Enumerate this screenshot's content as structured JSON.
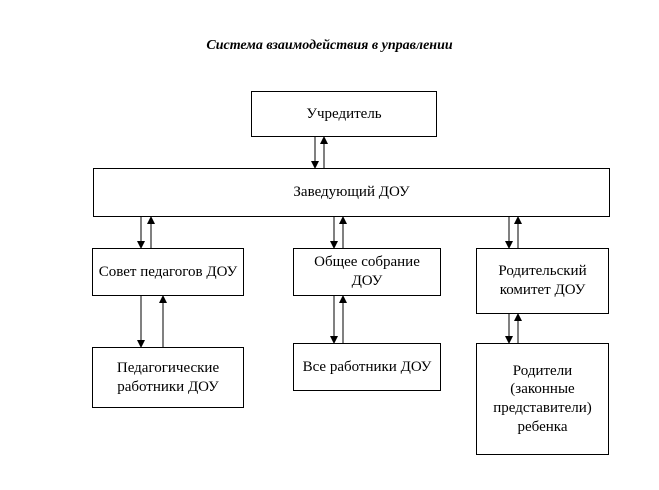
{
  "title": "Система взаимодействия в управлении",
  "boxes": {
    "founder": "Учредитель",
    "head": "Заведующий ДОУ",
    "council": "Совет педагогов ДОУ",
    "assembly": "Общее собрание ДОУ",
    "parent_committee": "Родительский комитет ДОУ",
    "teachers": "Педагогические работники ДОУ",
    "all_staff": "Все работники ДОУ",
    "parents": "Родители (законные представители) ребенка"
  }
}
